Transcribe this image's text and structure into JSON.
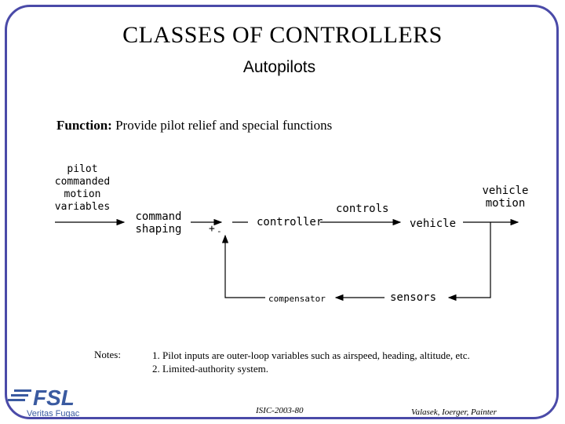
{
  "slide": {
    "title": "CLASSES  OF  CONTROLLERS",
    "subtitle": "Autopilots",
    "function_label": "Function:",
    "function_text": "Provide pilot relief and special functions"
  },
  "diagram": {
    "input_label_lines": [
      "pilot",
      "commanded",
      "motion",
      "variables"
    ],
    "command_shaping_lines": [
      "command",
      "shaping"
    ],
    "summing_signs": "+",
    "summing_minus": "-",
    "controller": "controller",
    "controls": "controls",
    "vehicle": "vehicle",
    "vehicle_motion_lines": [
      "vehicle",
      "motion"
    ],
    "sensors": "sensors",
    "compensator": "compensator"
  },
  "notes": {
    "label": "Notes:",
    "items": [
      "1.  Pilot inputs are outer-loop variables such as airspeed, heading, altitude, etc.",
      "2.  Limited-authority system."
    ]
  },
  "footer": {
    "logo_text": "FSL",
    "logo_motto": "Veritas Fugac",
    "course": "ISIC-2003-80",
    "authors": "Valasek, Ioerger, Painter"
  },
  "colors": {
    "frame": "#4a4aa8",
    "logo": "#3a5aa0"
  }
}
